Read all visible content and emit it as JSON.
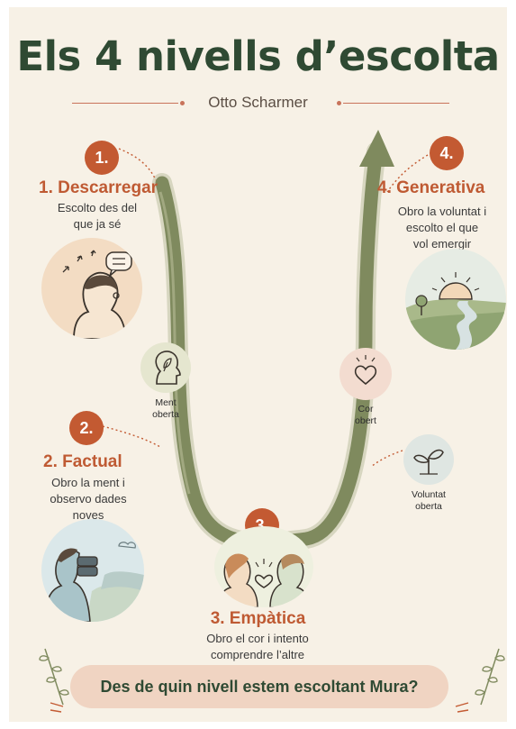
{
  "title": "Els 4 nivells d’escolta",
  "author": "Otto Scharmer",
  "levels": [
    {
      "number": "1.",
      "title": "1. Descarregar",
      "desc": [
        "Escolto des del",
        "que ja sé"
      ]
    },
    {
      "number": "2.",
      "title": "2. Factual",
      "desc": [
        "Obro la ment i",
        "observo dades",
        "noves"
      ]
    },
    {
      "number": "3.",
      "title": "3. Empàtica",
      "desc": [
        "Obro el cor i intento",
        "comprendre l’altre"
      ]
    },
    {
      "number": "4.",
      "title": "4. Generativa",
      "desc": [
        "Obro la voluntat i",
        "escolto el que",
        "vol emergir"
      ]
    }
  ],
  "openings": {
    "mind": [
      "Ment",
      "oberta"
    ],
    "heart": [
      "Cor",
      "obert"
    ],
    "will": [
      "Voluntat",
      "oberta"
    ]
  },
  "question": "Des de quin nivell estem escoltant Mura?",
  "colors": {
    "background": "#f7f1e6",
    "title": "#2f4a33",
    "accent": "#c35a32",
    "curve": "#7f8a5e",
    "banner": "#f0d4c2"
  },
  "icons": {
    "mind": "head-leaf-icon",
    "heart": "heart-icon",
    "will": "sprout-icon"
  }
}
